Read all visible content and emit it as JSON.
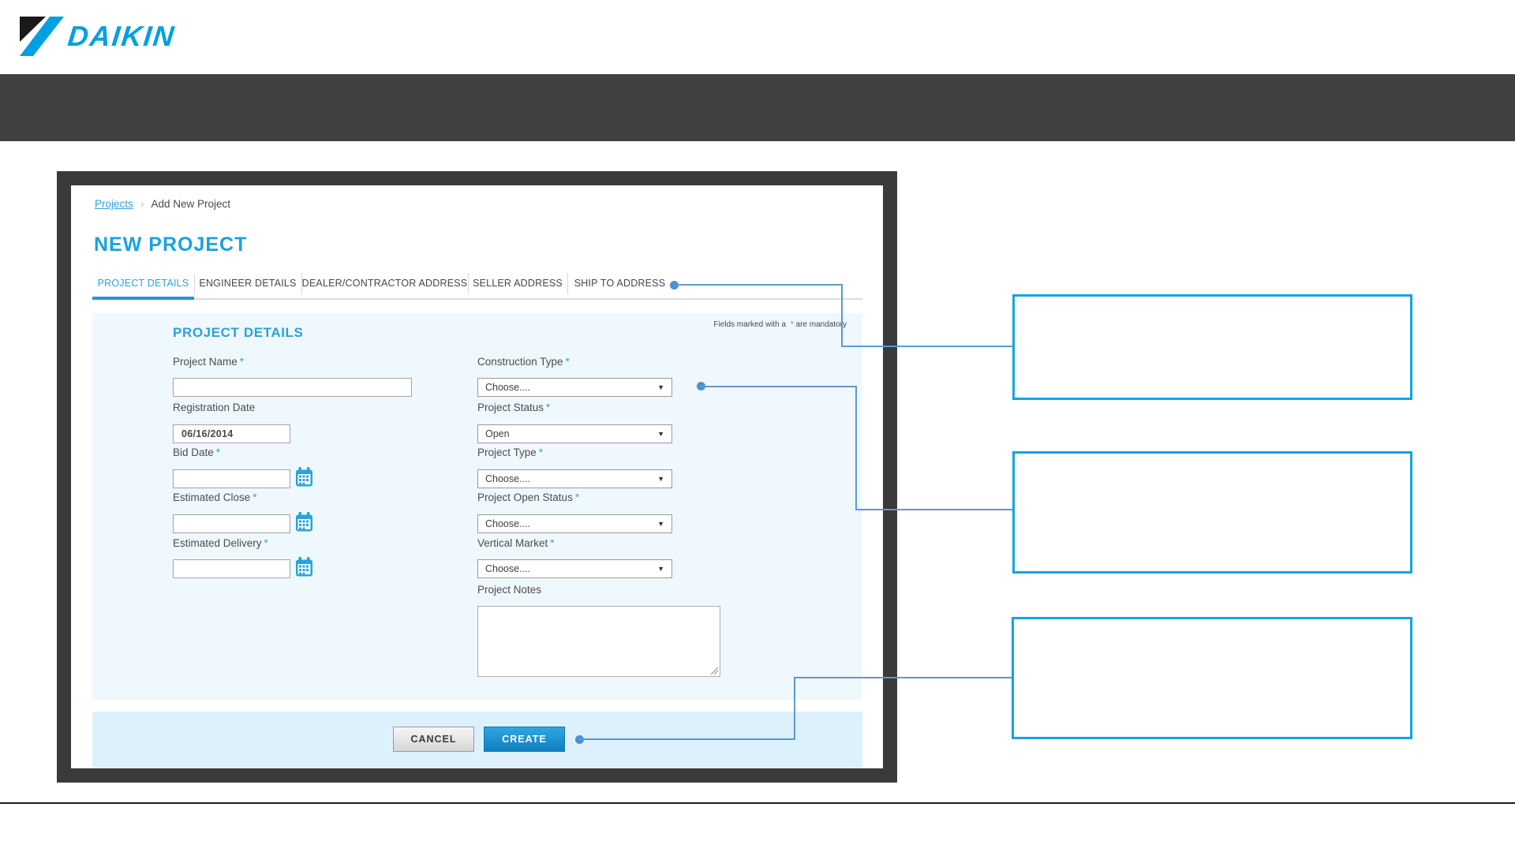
{
  "brand": {
    "name": "DAIKIN"
  },
  "breadcrumb": {
    "link": "Projects",
    "chevron": "›",
    "current": "Add New Project"
  },
  "page": {
    "title": "NEW PROJECT"
  },
  "tabs": {
    "items": [
      {
        "label": "PROJECT DETAILS",
        "active": true
      },
      {
        "label": "ENGINEER DETAILS",
        "active": false
      },
      {
        "label": "DEALER/CONTRACTOR ADDRESS",
        "active": false
      },
      {
        "label": "SELLER ADDRESS",
        "active": false
      },
      {
        "label": "SHIP TO ADDRESS",
        "active": false
      }
    ]
  },
  "form": {
    "section_title": "PROJECT DETAILS",
    "required_marker": "*",
    "mandatory_note": {
      "prefix": "Fields marked with a ",
      "star": "*",
      "suffix": " are mandatory"
    },
    "left": [
      {
        "label": "Project Name",
        "required": true,
        "value": ""
      },
      {
        "label": "Registration Date",
        "required": false,
        "value": "06/16/2014"
      },
      {
        "label": "Bid Date",
        "required": true,
        "value": ""
      },
      {
        "label": "Estimated Close",
        "required": true,
        "value": ""
      },
      {
        "label": "Estimated Delivery",
        "required": true,
        "value": ""
      }
    ],
    "right": [
      {
        "label": "Construction Type",
        "required": true,
        "value": "Choose...."
      },
      {
        "label": "Project Status",
        "required": true,
        "value": "Open"
      },
      {
        "label": "Project Type",
        "required": true,
        "value": "Choose...."
      },
      {
        "label": "Project Open Status",
        "required": true,
        "value": "Choose...."
      },
      {
        "label": "Vertical Market",
        "required": true,
        "value": "Choose...."
      }
    ],
    "notes_label": "Project Notes",
    "notes_value": ""
  },
  "actions": {
    "cancel": "CANCEL",
    "create": "CREATE"
  },
  "icons": {
    "dropdown_arrow": "▼",
    "calendar": "calendar-icon",
    "breadcrumb_chevron": "›"
  },
  "colors": {
    "brand_blue": "#00a0e2",
    "accent_blue": "#18a2e0",
    "link_blue": "#2ea3dc",
    "tab_active": "#2aa3dc",
    "dark_bar": "#414141",
    "frame": "#3a3a3a",
    "panel_bg": "#eff8fd",
    "band_bg": "#ddf1fc",
    "create_button": "#1b8fd0",
    "connector_line": "#5b99d4",
    "callout_border": "#12a3e6"
  }
}
